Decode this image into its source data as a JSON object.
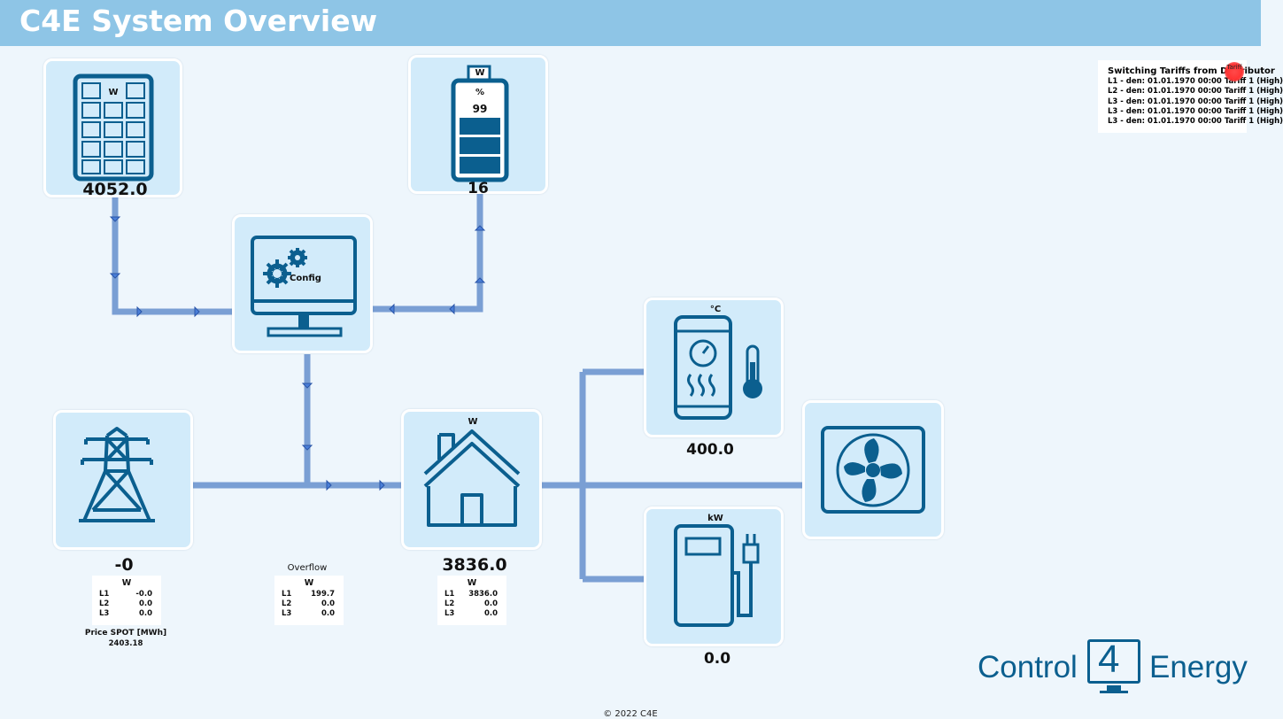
{
  "header": {
    "title": "C4E System Overview"
  },
  "colors": {
    "accent": "#0b5f8f",
    "tile_bg": "#d2ebfa",
    "header_bg": "#8ec5e6",
    "line": "#7a9fd4",
    "tariff_dot": "#ff3333"
  },
  "solar": {
    "unit": "W",
    "value": "4052.0",
    "icon": "solar-panel-icon"
  },
  "battery": {
    "unit_top": "W",
    "unit": "%",
    "percent": "99",
    "value": "16",
    "level_bars": 3,
    "icon": "battery-icon"
  },
  "config": {
    "label": "Config",
    "icon": "monitor-gears-icon"
  },
  "grid": {
    "value": "-0",
    "unit": "W",
    "icon": "power-tower-icon",
    "phases": [
      {
        "label": "L1",
        "value": "-0.0"
      },
      {
        "label": "L2",
        "value": "0.0"
      },
      {
        "label": "L3",
        "value": "0.0"
      }
    ],
    "price_label": "Price SPOT [MWh]",
    "price_value": "2403.18"
  },
  "overflow": {
    "label": "Overflow",
    "unit": "W",
    "phases": [
      {
        "label": "L1",
        "value": "199.7"
      },
      {
        "label": "L2",
        "value": "0.0"
      },
      {
        "label": "L3",
        "value": "0.0"
      }
    ]
  },
  "house": {
    "unit": "W",
    "value": "3836.0",
    "icon": "house-icon",
    "phases": [
      {
        "label": "L1",
        "value": "3836.0"
      },
      {
        "label": "L2",
        "value": "0.0"
      },
      {
        "label": "L3",
        "value": "0.0"
      }
    ]
  },
  "boiler": {
    "unit": "°C",
    "value": "400.0",
    "icon": "boiler-thermometer-icon"
  },
  "hvac": {
    "icon": "fan-icon"
  },
  "charger": {
    "unit": "kW",
    "value": "0.0",
    "icon": "ev-charger-icon"
  },
  "tariffs": {
    "title": "Switching Tariffs from Distributor",
    "dot_label": "Tariff",
    "rows": [
      {
        "line": "L1 - den:",
        "date": "01.01.1970 00:00",
        "tariff": "Tariff 1 (High)"
      },
      {
        "line": "L2 - den:",
        "date": "01.01.1970 00:00",
        "tariff": "Tariff 1 (High)"
      },
      {
        "line": "L3 - den:",
        "date": "01.01.1970 00:00",
        "tariff": "Tariff 1 (High)"
      },
      {
        "line": "L3 - den:",
        "date": "01.01.1970 00:00",
        "tariff": "Tariff 1 (High)"
      },
      {
        "line": "L3 - den:",
        "date": "01.01.1970 00:00",
        "tariff": "Tariff 1 (High)"
      }
    ]
  },
  "logo": {
    "word1": "Control",
    "number": "4",
    "word2": "Energy"
  },
  "footer": {
    "copyright": "© 2022 C4E"
  }
}
